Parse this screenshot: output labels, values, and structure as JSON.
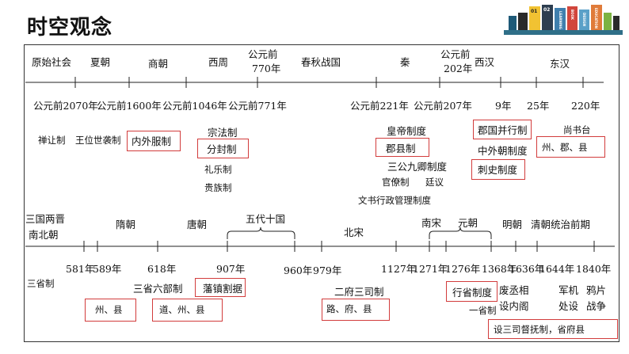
{
  "title": "时空观念",
  "book_labels": [
    "01",
    "02",
    "LEARNING",
    "BOOK",
    "DESIGN",
    "EDUCATION"
  ],
  "top": {
    "eras": [
      "原始社会",
      "夏朝",
      "商朝",
      "西周",
      "公元前",
      "770年",
      "春秋战国",
      "秦",
      "公元前",
      "202年",
      "西汉",
      "东汉"
    ],
    "years": [
      "公元前2070年",
      "公元前1600年",
      "公元前1046年",
      "公元前771年",
      "公元前221年",
      "公元前207年",
      "9年",
      "25年",
      "220年"
    ],
    "systems": [
      "禅让制",
      "王位世袭制",
      "内外服制",
      "宗法制",
      "分封制",
      "礼乐制",
      "贵族制",
      "皇帝制度",
      "郡县制",
      "三公九卿制度",
      "官僚制",
      "廷议",
      "文书行政管理制度",
      "郡国并行制",
      "中外朝制度",
      "刺史制度",
      "尚书台",
      "州、郡、县"
    ]
  },
  "bottom": {
    "eras": [
      "三国两晋",
      "南北朝",
      "隋朝",
      "唐朝",
      "五代十国",
      "北宋",
      "南宋",
      "元朝",
      "明朝",
      "清朝统治前期"
    ],
    "years": [
      "581年",
      "589年",
      "618年",
      "907年",
      "960年",
      "979年",
      "1127年",
      "1271年",
      "1276年",
      "1368年",
      "1636年",
      "1644年",
      "1840年"
    ],
    "systems": [
      "三省制",
      "州、县",
      "三省六部制",
      "道、州、县",
      "藩镇割据",
      "二府三司制",
      "路、府、县",
      "行省制度",
      "一省制",
      "废丞相",
      "设内阁",
      "军机",
      "处设",
      "鸦片",
      "战争",
      "设三司督抚制，省府县"
    ]
  }
}
